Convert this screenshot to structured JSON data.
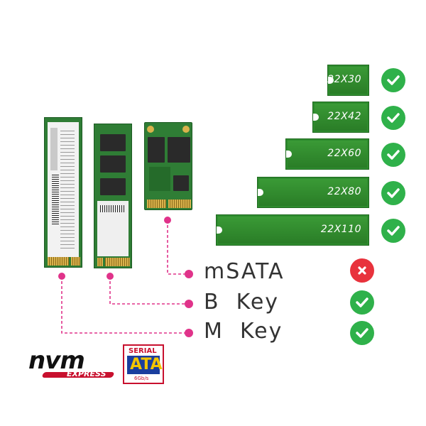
{
  "sizes": [
    {
      "label": "22X30",
      "supported": true
    },
    {
      "label": "22X42",
      "supported": true
    },
    {
      "label": "22X60",
      "supported": true
    },
    {
      "label": "22X80",
      "supported": true
    },
    {
      "label": "22X110",
      "supported": true
    }
  ],
  "keys": [
    {
      "label": "mSATA",
      "supported": false
    },
    {
      "label": "B  Key",
      "supported": true
    },
    {
      "label": "M  Key",
      "supported": true
    }
  ],
  "logos": {
    "nvm": "nvm",
    "express": "EXPRESS",
    "serial": "SERIAL",
    "ata": "ATA",
    "speed": "6Gb/s"
  },
  "colors": {
    "ok": "#2fb14a",
    "no": "#e8323c",
    "pcb": "#2e8b2e",
    "pointer": "#e0338a"
  }
}
